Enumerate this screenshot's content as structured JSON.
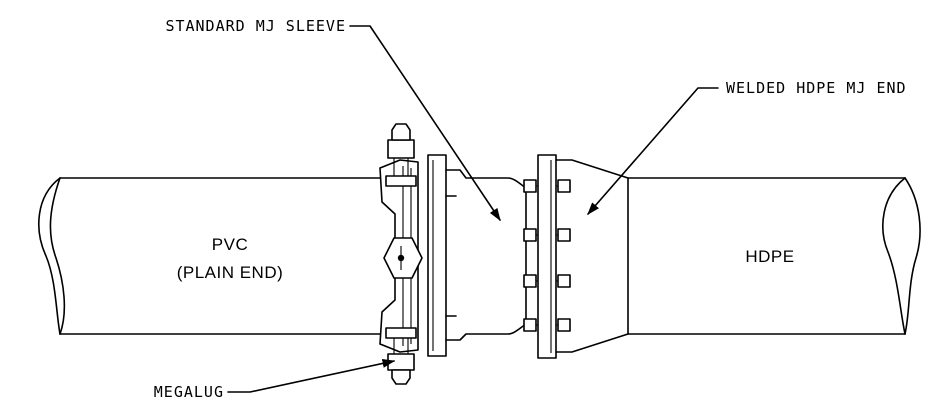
{
  "callouts": {
    "sleeve": "STANDARD MJ SLEEVE",
    "hdpe_end": "WELDED HDPE MJ END",
    "megalug": "MEGALUG"
  },
  "pipes": {
    "pvc_line1": "PVC",
    "pvc_line2": "(PLAIN END)",
    "hdpe": "HDPE"
  }
}
